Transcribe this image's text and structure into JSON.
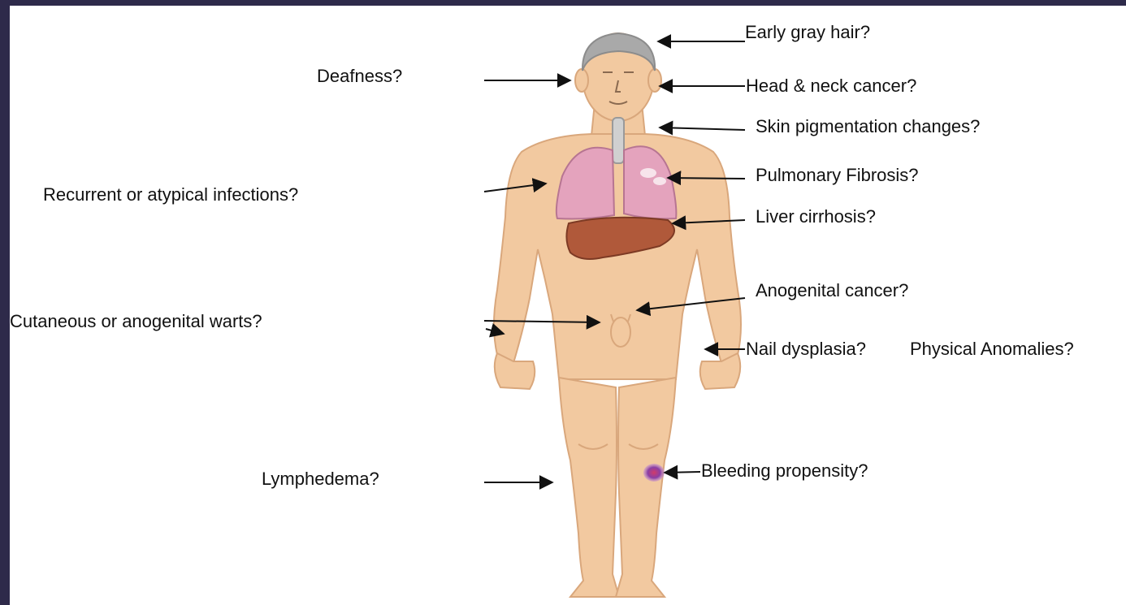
{
  "labels": {
    "early_gray_hair": "Early gray hair?",
    "deafness": "Deafness?",
    "head_neck_cancer": "Head & neck cancer?",
    "skin_pigmentation": "Skin pigmentation changes?",
    "recurrent_infections": "Recurrent or atypical infections?",
    "pulmonary_fibrosis": "Pulmonary Fibrosis?",
    "liver_cirrhosis": "Liver cirrhosis?",
    "anogenital_cancer": "Anogenital cancer?",
    "warts": "Cutaneous or anogenital warts?",
    "nail_dysplasia": "Nail dysplasia?",
    "physical_anomalies": "Physical Anomalies?",
    "lymphedema": "Lymphedema?",
    "bleeding": "Bleeding propensity?"
  },
  "colors": {
    "frame": "#2e2a4a",
    "skin": "#f2c9a0",
    "skin_shadow": "#d9a77c",
    "hair": "#a9a9a9",
    "lung": "#e4a3bd",
    "liver": "#b0593a",
    "bruise": "#8a3fa6",
    "arrow": "#111111"
  },
  "icons": [
    "human-body-figure",
    "lungs-icon",
    "liver-icon",
    "trachea-icon",
    "bruise-icon"
  ]
}
